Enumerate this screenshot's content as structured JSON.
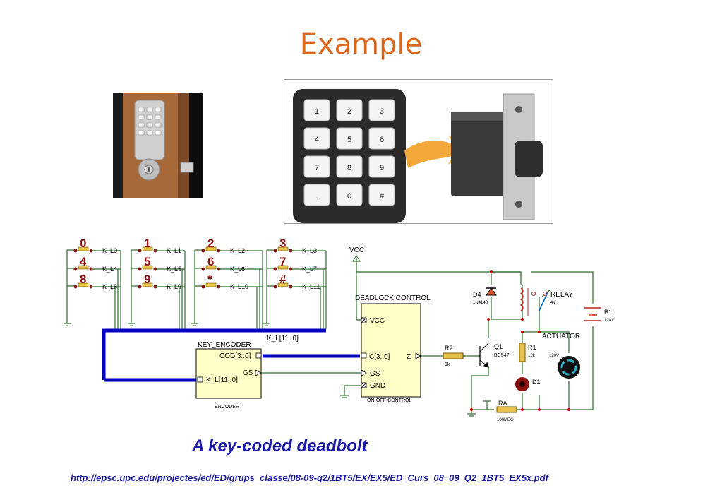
{
  "slide": {
    "title": "Example",
    "caption": "A key-coded  deadbolt",
    "url": "http://epsc.upc.edu/projectes/ed/ED/grups_classe/08-09-q2/1BT5/EX/EX5/ED_Curs_08_09_Q2_1BT5_EX5x.pdf"
  },
  "keypad_photo": {
    "keys": [
      "1",
      "2",
      "3",
      "4",
      "5",
      "6",
      "7",
      "8",
      "9",
      ".",
      "0",
      "#"
    ]
  },
  "schematic": {
    "key_digits": [
      "0",
      "1",
      "2",
      "3",
      "4",
      "5",
      "6",
      "7",
      "8",
      "9",
      "*",
      "#"
    ],
    "key_lines": [
      "K_L0",
      "K_L1",
      "K_L2",
      "K_L3",
      "K_L4",
      "K_L5",
      "K_L6",
      "K_L7",
      "K_L8",
      "K_L9",
      "K_L10",
      "K_L11"
    ],
    "bus_label": "K_L[11..0]",
    "vcc": "VCC",
    "encoder": {
      "name": "KEY_ENCODER",
      "cod": "COD[3..0]",
      "gs": "GS",
      "kl": "K_L[11..0]",
      "footer": "ENCODER"
    },
    "control": {
      "name": "DEADLOCK CONTROL",
      "vcc": "VCC",
      "c": "C[3..0]",
      "z": "Z",
      "gs": "GS",
      "gnd": "GND",
      "footer": "ON-OFF-CONTROL"
    },
    "components": {
      "r2": "R2",
      "r2_val": "1k",
      "q1": "Q1",
      "q1_val": "BC547",
      "d4": "D4",
      "d4_val": "1N4148",
      "relay": "RELAY",
      "relay_val": "4V",
      "b1": "B1",
      "b1_val": "120V",
      "actuator": "ACTUATOR",
      "r1": "R1",
      "r1_val": "12k",
      "r1_v": "120V",
      "d1": "D1",
      "ra": "RA",
      "ra_val": "100MEG"
    }
  }
}
